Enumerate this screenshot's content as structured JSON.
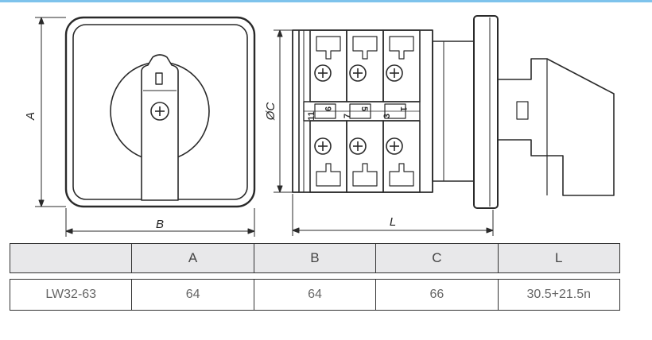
{
  "dimensions": {
    "a": "A",
    "b": "B",
    "c": "ØC",
    "l": "L"
  },
  "terminals": [
    "1",
    "3",
    "5",
    "7",
    "9",
    "11"
  ],
  "table": {
    "headers": [
      "",
      "A",
      "B",
      "C",
      "L"
    ],
    "rows": [
      [
        "LW32-63",
        "64",
        "64",
        "66",
        "30.5+21.5n"
      ]
    ]
  },
  "colors": {
    "line": "#2a2a2a",
    "accent_line": "#7ec3ec",
    "header_bg": "#e8e8ea"
  }
}
